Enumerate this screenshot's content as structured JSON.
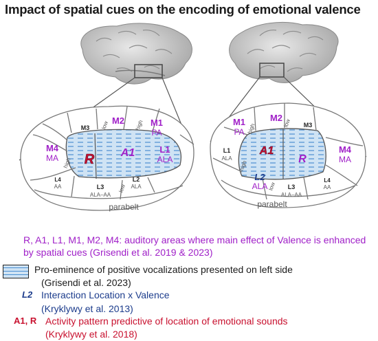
{
  "title": "Impact of spatial cues on the encoding of emotional valence",
  "colors": {
    "purple": "#a020c8",
    "navy": "#1c3c8c",
    "red": "#c8102e",
    "hatch": "#4a8fd1",
    "hatch_bg": "#cfe3f4"
  },
  "left_map": {
    "M2": "M2",
    "low_top": "low",
    "M3": "M3",
    "M1": "M1",
    "PA": "PA",
    "high_top": "high",
    "M4": "M4",
    "MA": "MA",
    "L1": "L1",
    "ALA": "ALA",
    "L4": "L4",
    "AA": "AA",
    "L3": "L3",
    "ALA_AA": "ALA–AA",
    "L2": "L2",
    "L2_ALA": "ALA",
    "low_bottom": "low",
    "high_bottom": "high",
    "R": "R",
    "A1": "A1",
    "parabelt": "parabelt"
  },
  "right_map": {
    "M1": "M1",
    "PA": "PA",
    "high_top": "high",
    "M2": "M2",
    "low_top": "low",
    "M3": "M3",
    "L1": "L1",
    "L1_ALA": "ALA",
    "A1": "A1",
    "R": "R",
    "M4": "M4",
    "MA": "MA",
    "L2": "L2",
    "L2_ALA": "ALA",
    "low_bottom": "low",
    "high_bottom": "high",
    "L3": "L3",
    "ALA_AA": "ALA–AA",
    "L4": "L4",
    "AA": "AA",
    "parabelt": "parabelt"
  },
  "legend": {
    "valence_text": "R, A1, L1, M1, M2, M4: auditory areas where main effect of Valence is enhanced by spatial cues (Grisendi et al. 2019 & 2023)",
    "preeminence_text": "Pro-eminence of positive vocalizations presented on left side",
    "preeminence_ref": "(Grisendi et al. 2023)",
    "l2_tag": "L2",
    "interaction_text": "Interaction Location x Valence",
    "interaction_ref": "(Kryklywy et al. 2013)",
    "a1r_tag": "A1, R",
    "activity_text": "Activity pattern predictive of location of emotional sounds",
    "activity_ref": "(Kryklywy et al. 2018)"
  }
}
